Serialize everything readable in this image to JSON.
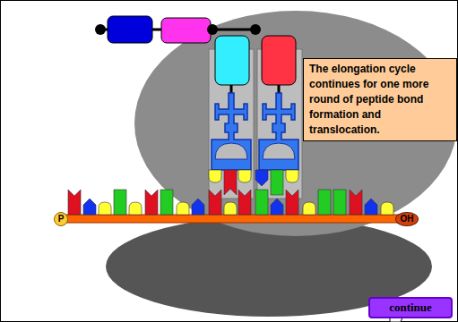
{
  "diagram": {
    "nodes": [
      {
        "text": [
          "The elongation cycle continues for one more round of peptide bond formation and translocation."
        ]
      },
      {
        "text": [
          "P"
        ]
      },
      {
        "text": [
          "OH"
        ]
      },
      {
        "text": [
          "continue"
        ]
      }
    ]
  }
}
